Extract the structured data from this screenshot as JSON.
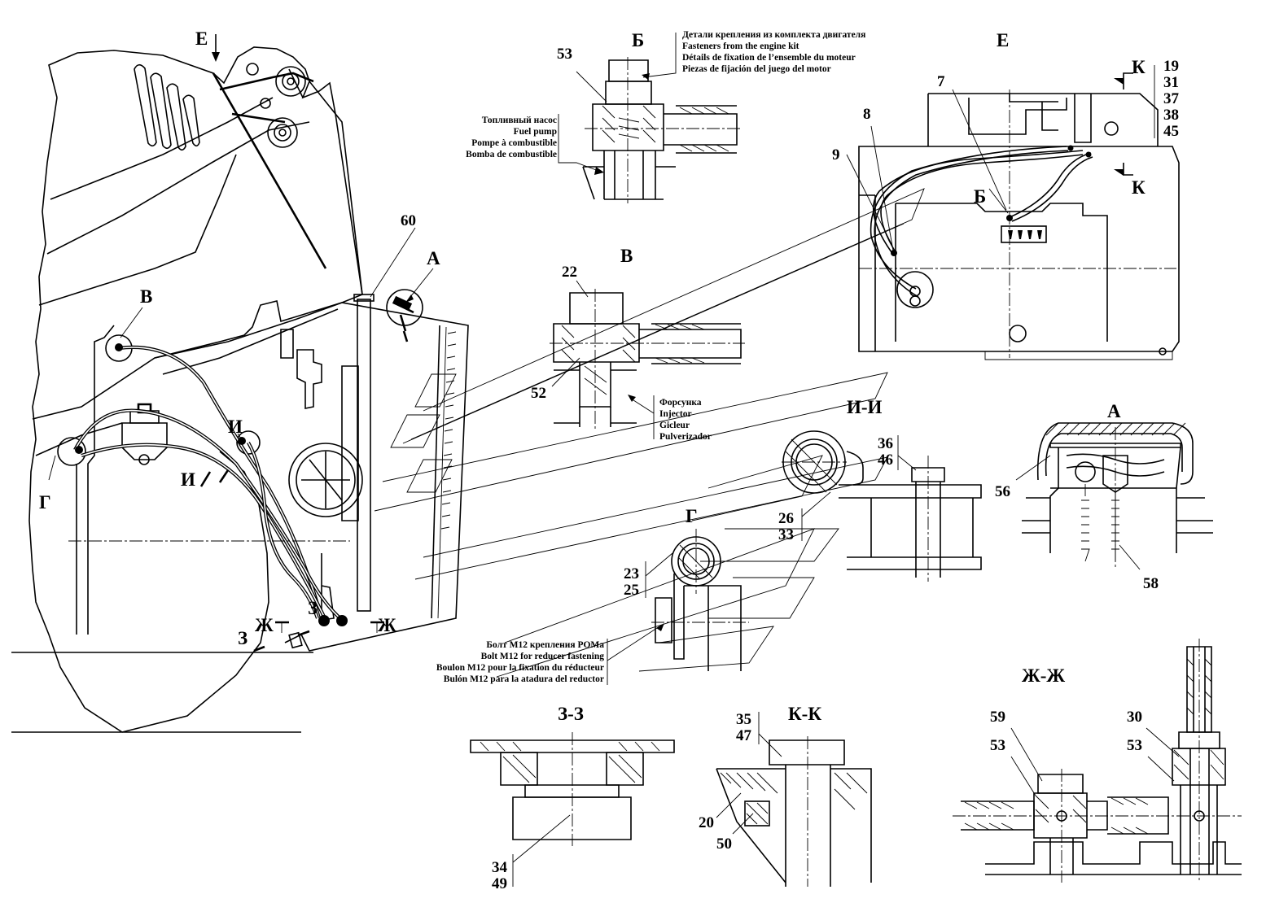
{
  "views": {
    "e_arrow": "Е",
    "b_detail": "Б",
    "b_on_e": "Б",
    "e_view": "Е",
    "k_top": "К",
    "k_bottom": "К",
    "v_main": "В",
    "v_detail": "В",
    "a_main": "А",
    "a_detail": "А",
    "i_i": "И-И",
    "i_main1": "И",
    "i_main2": "И",
    "g_main": "Г",
    "g_detail": "Г",
    "zh_zh": "Ж-Ж",
    "zh_left": "Ж",
    "zh_right": "Ж",
    "z_z": "З-З",
    "z_main1": "З",
    "z_main2": "З",
    "k_k": "К-К"
  },
  "callouts": {
    "p53_top": "53",
    "p60": "60",
    "p22": "22",
    "p52": "52",
    "p7": "7",
    "p8": "8",
    "p9": "9",
    "stack_19_45": [
      "19",
      "31",
      "37",
      "38",
      "45"
    ],
    "p36": "36",
    "p46": "46",
    "p26": "26",
    "p33": "33",
    "p23": "23",
    "p25": "25",
    "p56": "56",
    "p58": "58",
    "p35": "35",
    "p47": "47",
    "p20": "20",
    "p50": "50",
    "p34": "34",
    "p49": "49",
    "p59": "59",
    "p53_zh1": "53",
    "p30": "30",
    "p53_zh2": "53"
  },
  "notes": {
    "engine_kit": [
      "Детали крепления из комплекта двигателя",
      "Fasteners from the engine kit",
      "Détails de fixation de l’ensemble du moteur",
      "Piezas de fijación del juego del motor"
    ],
    "fuel_pump": [
      "Топливный насос",
      "Fuel pump",
      "Pompe à combustible",
      "Bomba de combustible"
    ],
    "injector": [
      "Форсунка",
      "Injector",
      "Gicleur",
      "Pulverizador"
    ],
    "bolt_m12": [
      "Болт М12 крепления РОМа",
      "Bolt M12 for reducer fastening",
      "Boulon M12 pour la fixation du réducteur",
      "Bulón M12 para la atadura del reductor"
    ]
  }
}
